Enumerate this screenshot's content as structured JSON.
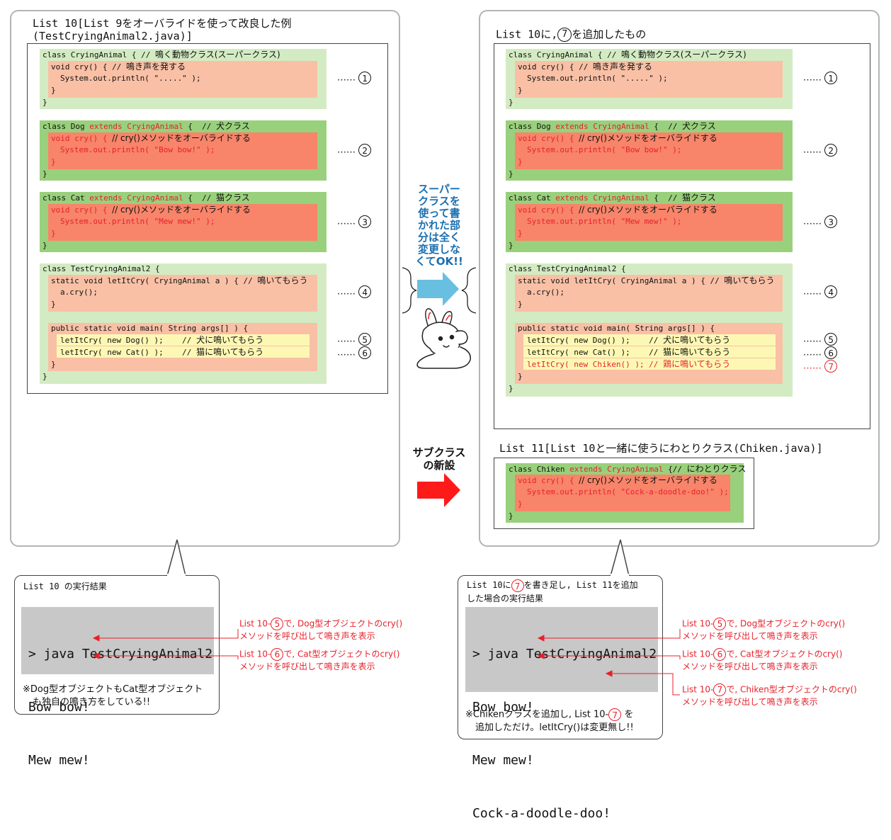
{
  "left_panel": {
    "title_line1": "List 10[List 9をオーバライドを使って改良した例",
    "title_line2": "(TestCryingAnimal2.java)]",
    "block1": {
      "l1a": "class CryingAnimal { // ",
      "l1b": "鳴く動物クラス(スーパークラス)",
      "l2a": "void cry() { // ",
      "l2b": "鳴き声を発する",
      "l3": "System.out.println( \".....\" );",
      "l4": "}",
      "l5": "}",
      "marker": "……",
      "num": "1"
    },
    "block2": {
      "l1a": "class Dog ",
      "l1b": "extends CryingAnimal",
      "l1c": " {  // ",
      "l1d": "犬クラス",
      "l2a": "void cry() { ",
      "l2b": "// cry()メソッドをオーバライドする",
      "l3": "System.out.println( \"Bow bow!\" );",
      "l4": "}",
      "l5": "}",
      "marker": "……",
      "num": "2"
    },
    "block3": {
      "l1a": "class Cat ",
      "l1b": "extends CryingAnimal",
      "l1c": " {  // ",
      "l1d": "猫クラス",
      "l2a": "void cry() { ",
      "l2b": "// cry()メソッドをオーバライドする",
      "l3": "System.out.println( \"Mew mew!\" );",
      "l4": "}",
      "l5": "}",
      "marker": "……",
      "num": "3"
    },
    "block4": {
      "l1": "class TestCryingAnimal2 {",
      "l2a": "static void letItCry( CryingAnimal a ) { // ",
      "l2b": "鳴いてもらう",
      "l3": "a.cry();",
      "l4": "}",
      "l5": "public static void main( String args[] ) {",
      "l6a": "letItCry( new Dog() );    // ",
      "l6b": "犬に鳴いてもらう",
      "l7a": "letItCry( new Cat() );    // ",
      "l7b": "猫に鳴いてもらう",
      "l8": "}",
      "l9": "}",
      "marker": "……",
      "num4": "4",
      "num5": "5",
      "num6": "6"
    }
  },
  "right_panel": {
    "title_a": "List 10に,",
    "title_num": "7",
    "title_b": "を追加したもの",
    "block1": {
      "l1a": "class CryingAnimal { // ",
      "l1b": "鳴く動物クラス(スーパークラス)",
      "l2a": "void cry() { // ",
      "l2b": "鳴き声を発する",
      "l3": "System.out.println( \".....\" );",
      "l4": "}",
      "l5": "}",
      "marker": "……",
      "num": "1"
    },
    "block2": {
      "l1a": "class Dog ",
      "l1b": "extends CryingAnimal",
      "l1c": " {  // ",
      "l1d": "犬クラス",
      "l2a": "void cry() { ",
      "l2b": "// cry()メソッドをオーバライドする",
      "l3": "System.out.println( \"Bow bow!\" );",
      "l4": "}",
      "l5": "}",
      "marker": "……",
      "num": "2"
    },
    "block3": {
      "l1a": "class Cat ",
      "l1b": "extends CryingAnimal",
      "l1c": " {  // ",
      "l1d": "猫クラス",
      "l2a": "void cry() { ",
      "l2b": "// cry()メソッドをオーバライドする",
      "l3": "System.out.println( \"Mew mew!\" );",
      "l4": "}",
      "l5": "}",
      "marker": "……",
      "num": "3"
    },
    "block4": {
      "l1": "class TestCryingAnimal2 {",
      "l2a": "static void letItCry( CryingAnimal a ) { // ",
      "l2b": "鳴いてもらう",
      "l3": "a.cry();",
      "l4": "}",
      "l5": "public static void main( String args[] ) {",
      "l6a": "letItCry( new Dog() );    // ",
      "l6b": "犬に鳴いてもらう",
      "l7a": "letItCry( new Cat() );    // ",
      "l7b": "猫に鳴いてもらう",
      "l8a": "letItCry( new Chiken() ); // ",
      "l8b": "鶏に鳴いてもらう",
      "l9": "}",
      "l10": "}",
      "marker": "……",
      "num4": "4",
      "num5": "5",
      "num6": "6",
      "num7": "7"
    }
  },
  "chiken_panel": {
    "title": "List 11[List 10と一緒に使うにわとりクラス(Chiken.java)]",
    "l1a": "class Chiken ",
    "l1b": "extends CryingAnimal",
    "l1c": " {// ",
    "l1d": "にわとりクラス",
    "l2a": "void cry() { ",
    "l2b": "// cry()メソッドをオーバライドする",
    "l3": "System.out.println( \"Cock-a-doodle-doo!\" );",
    "l4": "}",
    "l5": "}"
  },
  "middle": {
    "super_lines": [
      "スーパー",
      "クラスを",
      "使って書",
      "かれた部",
      "分は全く",
      "変更しな",
      "くてOK!!"
    ],
    "sub_lines": [
      "サブクラス",
      "の新設"
    ]
  },
  "result_left": {
    "title": "List 10 の実行結果",
    "term1": "> java TestCryingAnimal2",
    "term2": "Bow bow!",
    "term3": "Mew mew!",
    "ann1_a": "List 10-",
    "ann1_num": "5",
    "ann1_b": "で, Dog型オブジェクトのcry()",
    "ann1_c": "メソッドを呼び出して鳴き声を表示",
    "ann2_a": "List 10-",
    "ann2_num": "6",
    "ann2_b": "で, Cat型オブジェクトのcry()",
    "ann2_c": "メソッドを呼び出して鳴き声を表示",
    "note1": "※Dog型オブジェクトもCat型オブジェクト",
    "note2": "も独自の鳴き方をしている!!"
  },
  "result_right": {
    "title1a": "List 10に",
    "title1num": "7",
    "title1b": "を書き足し, List 11を追加",
    "title2": "した場合の実行結果",
    "term1": "> java TestCryingAnimal2",
    "term2": "Bow bow!",
    "term3": "Mew mew!",
    "term4": "Cock-a-doodle-doo!",
    "ann1_a": "List 10-",
    "ann1_num": "5",
    "ann1_b": "で, Dog型オブジェクトのcry()",
    "ann1_c": "メソッドを呼び出して鳴き声を表示",
    "ann2_a": "List 10-",
    "ann2_num": "6",
    "ann2_b": "で, Cat型オブジェクトのcry()",
    "ann2_c": "メソッドを呼び出して鳴き声を表示",
    "ann3_a": "List 10-",
    "ann3_num": "7",
    "ann3_b": "で, Chiken型オブジェクトのcry()",
    "ann3_c": "メソッドを呼び出して鳴き声を表示",
    "note1a": "※Chikenクラスを追加し, List 10-",
    "note1num": "7",
    "note1b": " を",
    "note2": "追加しただけ。letItCry()は変更無し!!"
  },
  "colors": {
    "light_green": "#d3ebc2",
    "dark_green": "#99d07c",
    "pink": "#f9c0a6",
    "red_block": "#f8846a",
    "yellow": "#fcf8b4",
    "accent_red": "#e8212b",
    "accent_blue": "#68bfe0",
    "terminal_gray": "#c8c8c8"
  }
}
